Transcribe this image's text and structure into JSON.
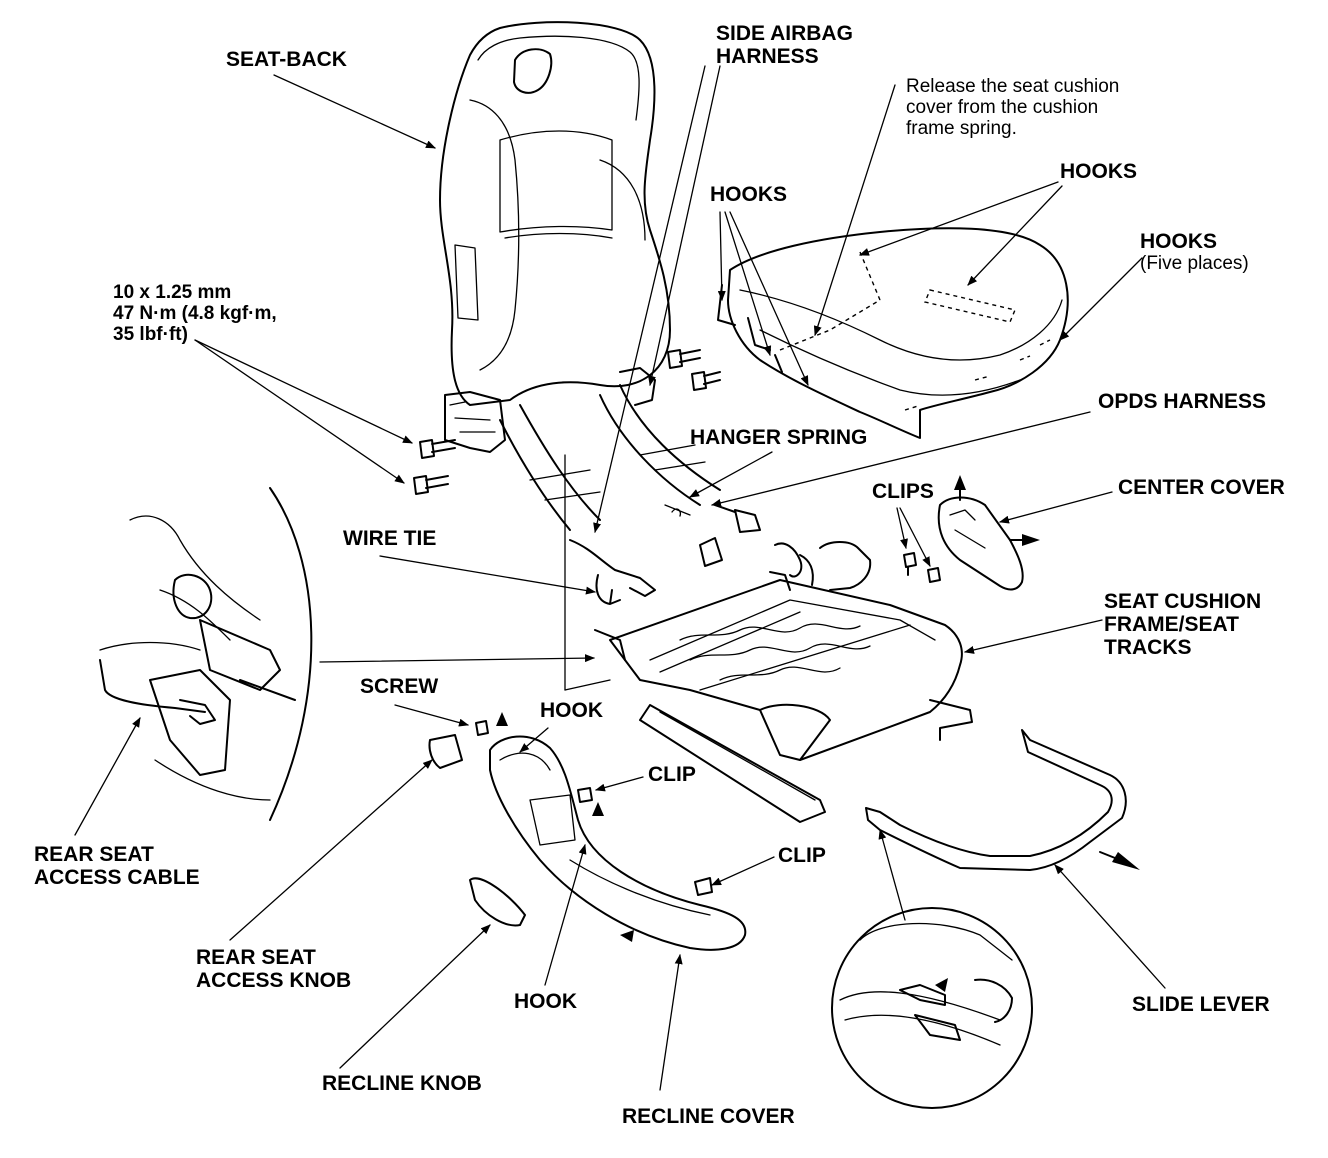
{
  "labels": {
    "seat_back": "SEAT-BACK",
    "side_airbag_harness": [
      "SIDE AIRBAG",
      "HARNESS"
    ],
    "release_note": [
      "Release the seat cushion",
      "cover from the cushion",
      "frame spring."
    ],
    "hooks_left": "HOOKS",
    "hooks_top": "HOOKS",
    "hooks_right": "HOOKS",
    "hooks_right_note": "(Five places)",
    "bolt_spec": [
      "10 x 1.25 mm",
      "47 N·m (4.8 kgf·m,",
      "35 lbf·ft)"
    ],
    "opds_harness": "OPDS HARNESS",
    "hanger_spring": "HANGER SPRING",
    "clips": "CLIPS",
    "center_cover": "CENTER COVER",
    "wire_tie": "WIRE TIE",
    "seat_cushion_frame": [
      "SEAT CUSHION",
      "FRAME/SEAT",
      "TRACKS"
    ],
    "screw": "SCREW",
    "hook_upper": "HOOK",
    "clip_upper": "CLIP",
    "clip_lower": "CLIP",
    "rear_seat_access_cable": [
      "REAR SEAT",
      "ACCESS CABLE"
    ],
    "rear_seat_access_knob": [
      "REAR SEAT",
      "ACCESS KNOB"
    ],
    "hook_lower": "HOOK",
    "recline_knob": "RECLINE KNOB",
    "recline_cover": "RECLINE COVER",
    "slide_lever": "SLIDE LEVER"
  }
}
